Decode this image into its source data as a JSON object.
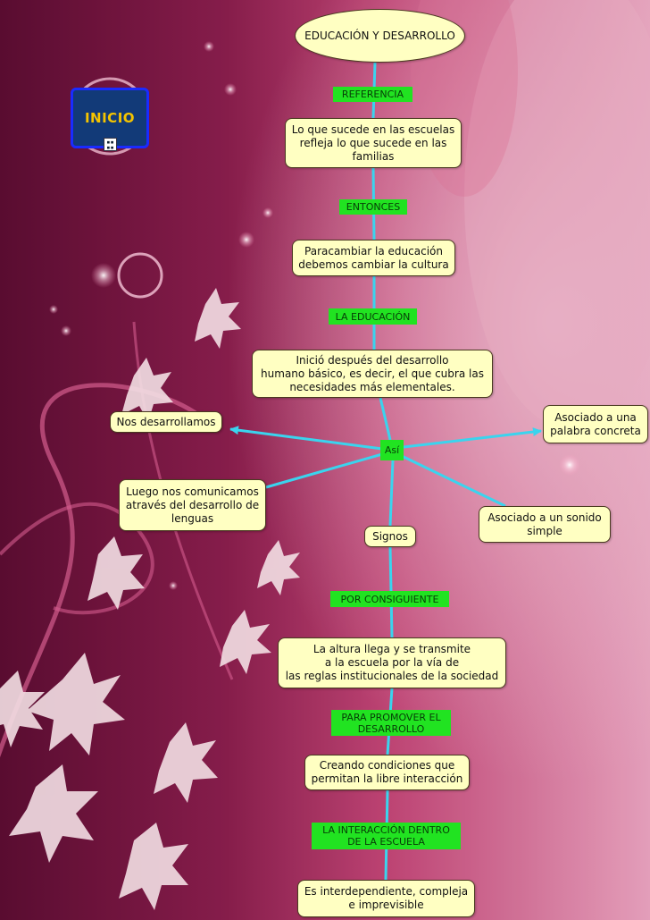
{
  "inicio": {
    "label": "INICIO"
  },
  "map": {
    "root": "EDUCACIÓN Y DESARROLLO",
    "nodes": {
      "familias": "Lo que sucede en las escuelas\nrefleja lo que sucede en las\nfamilias",
      "cultura": "Paracambiar la educación\ndebemos cambiar la cultura",
      "inicio_desarrollo": "Inició después del desarrollo\nhumano básico, es decir, el que cubra las\nnecesidades más elementales.",
      "nos_desarrollamos": "Nos desarrollamos",
      "asociado_palabra": "Asociado a una\npalabra concreta",
      "comunicamos": "Luego nos comunicamos\natravés del desarrollo de\nlenguas",
      "asociado_sonido": "Asociado a un sonido\nsimple",
      "signos": "Signos",
      "altura": "La altura llega y se transmite\na la escuela por la vía de\nlas reglas institucionales de la sociedad",
      "condiciones": "Creando condiciones que\npermitan la libre interacción",
      "interdependiente": "Es interdependiente, compleja\ne imprevisible"
    },
    "labels": {
      "referencia": "REFERENCIA",
      "entonces": "ENTONCES",
      "la_educacion": "LA EDUCACIÓN",
      "asi": "Así",
      "por_consiguiente": "POR CONSIGUIENTE",
      "para_promover": "PARA PROMOVER EL\nDESARROLLO",
      "la_interaccion": "LA INTERACCIÓN DENTRO\nDE LA ESCUELA"
    }
  },
  "colors": {
    "node_fill": "#ffffc2",
    "label_fill": "#21e321",
    "connector": "#3ad4ee",
    "background": "#c0406e"
  }
}
